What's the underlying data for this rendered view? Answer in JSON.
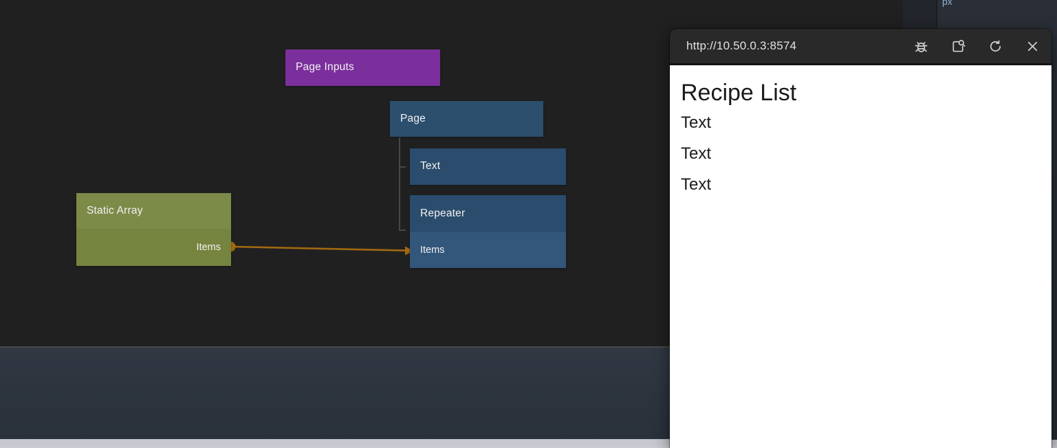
{
  "canvas": {
    "nodes": {
      "page_inputs": {
        "label": "Page Inputs"
      },
      "page": {
        "label": "Page"
      },
      "text": {
        "label": "Text"
      },
      "repeater": {
        "label": "Repeater",
        "input_port": "Items"
      },
      "static_array": {
        "label": "Static Array",
        "output_port": "Items"
      }
    },
    "connection": {
      "from": "Static Array.Items",
      "to": "Repeater.Items"
    },
    "colors": {
      "canvas_bg": "#202021",
      "page_inputs_node": "#7b2f9d",
      "component_node": "#2b4c6c",
      "page_node": "#2d4f6e",
      "repeater_port_row": "#33567b",
      "static_array_header": "#7c8b48",
      "static_array_body": "#75843f",
      "wire": "#a2690f",
      "tree_line": "#555555"
    }
  },
  "preview": {
    "url": "http://10.50.0.3:8574",
    "icons": [
      "debug-bug",
      "inspect-open",
      "refresh",
      "close"
    ],
    "content": {
      "title": "Recipe List",
      "items": [
        "Text",
        "Text",
        "Text"
      ]
    }
  },
  "side_panel": {
    "unit_label": "px"
  }
}
